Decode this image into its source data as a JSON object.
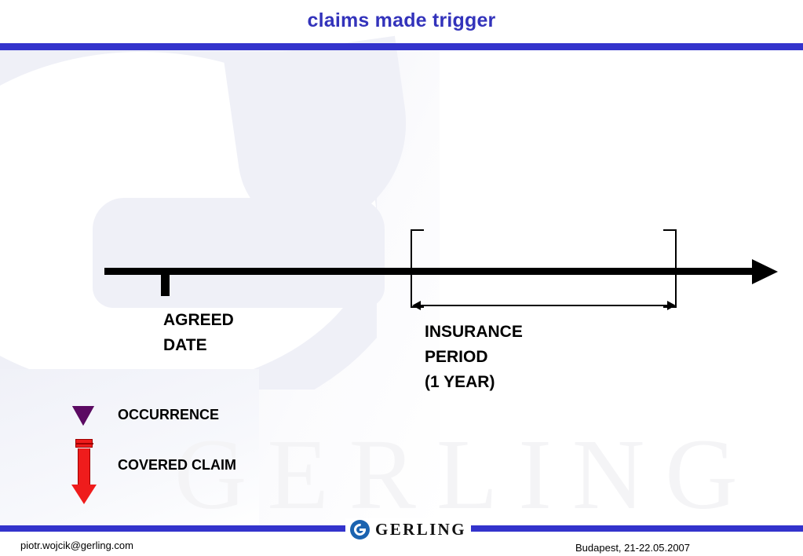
{
  "slide": {
    "title": "claims made trigger",
    "accent_color": "#3333CC",
    "title_color": "#3333BB",
    "background_watermark": "GERLING"
  },
  "diagram": {
    "timeline": {
      "axis_name": "time-axis",
      "arrow_direction": "right"
    },
    "agreed_date": {
      "label": "AGREED\nDATE"
    },
    "insurance_period": {
      "label": "INSURANCE\nPERIOD\n(1 YEAR)",
      "duration": "1 YEAR"
    }
  },
  "legend": {
    "items": [
      {
        "label": "OCCURRENCE",
        "marker": "down-triangle",
        "color": "#5C0A63"
      },
      {
        "label": "COVERED CLAIM",
        "marker": "down-arrow",
        "color": "#EF1C1C"
      }
    ]
  },
  "footer": {
    "email": "piotr.wojcik@gerling.com",
    "logo_text": "GERLING",
    "place_date": "Budapest, 21-22.05.2007"
  }
}
